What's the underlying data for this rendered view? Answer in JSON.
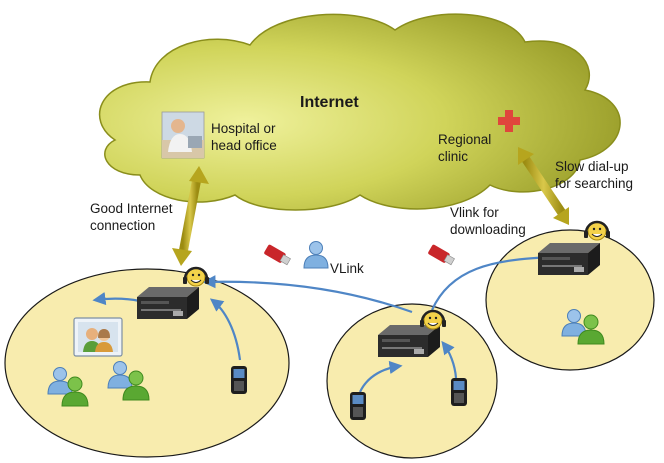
{
  "cloud": {
    "title": "Internet"
  },
  "sites": {
    "hospital": {
      "line1": "Hospital or",
      "line2": "head office"
    },
    "regional": {
      "line1": "Regional",
      "line2": "clinic"
    }
  },
  "links": {
    "good": {
      "line1": "Good Internet",
      "line2": "connection"
    },
    "slow": {
      "line1": "Slow dial-up",
      "line2": "for searching"
    },
    "vlink_download": {
      "line1": "Vlink for",
      "line2": "downloading"
    },
    "vlink": "VLink"
  },
  "colors": {
    "cloud_light": "#e6e88a",
    "cloud_dark": "#8f9320",
    "ellipse_fill": "#f8ecae",
    "ellipse_stroke": "#1a1a1a",
    "arrow_gold": "#b6a51e",
    "arrow_blue": "#4f86c6",
    "cross_red": "#e0463c"
  },
  "icons": [
    "photo-icon",
    "red-cross-icon",
    "server-icon",
    "headset-smiley-icon",
    "mobile-phone-icon",
    "usb-stick-icon",
    "person-icon",
    "people-icon",
    "contact-card-icon"
  ]
}
